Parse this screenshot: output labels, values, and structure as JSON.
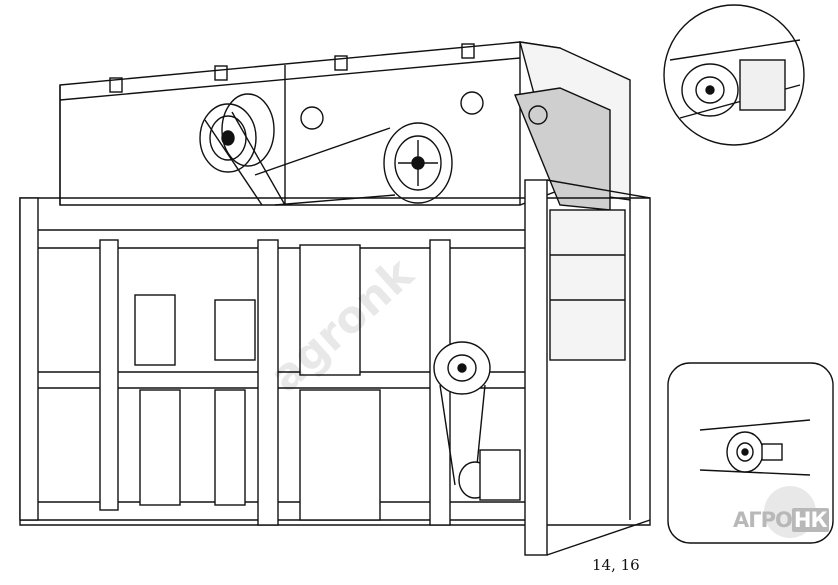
{
  "figure": {
    "caption": "14, 16",
    "logo_prefix": "АГРО",
    "logo_box": "НК",
    "watermark": "agronk",
    "colors": {
      "line": "#111111",
      "panel": "#cfcfcf",
      "logo": "#b8b8b8"
    }
  }
}
